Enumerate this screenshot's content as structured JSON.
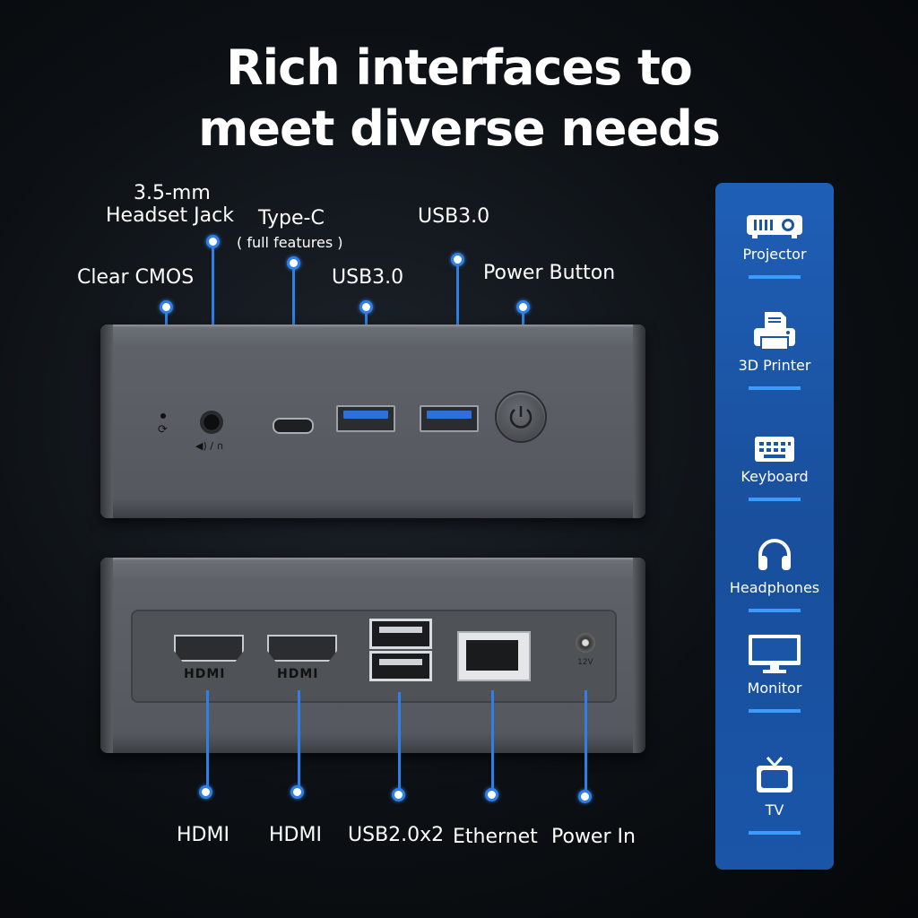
{
  "title": {
    "line1": "Rich interfaces to",
    "line2": "meet diverse needs"
  },
  "front_labels": {
    "clear_cmos": "Clear CMOS",
    "headset_line1": "3.5-mm",
    "headset_line2": "Headset Jack",
    "typec": "Type-C",
    "typec_note": "( full features )",
    "usb3_a": "USB3.0",
    "usb3_b": "USB3.0",
    "power_button": "Power Button"
  },
  "rear_labels": {
    "hdmi1": "HDMI",
    "hdmi2": "HDMI",
    "usb2": "USB2.0x2",
    "ethernet": "Ethernet",
    "power_in": "Power In"
  },
  "port_markings": {
    "hdmi1": "HDMI",
    "hdmi2": "HDMI",
    "dc": "12V"
  },
  "accent_color": "#2f7fe6",
  "panel_color": "#1a55a8",
  "panel_items": [
    {
      "label": "Projector",
      "icon": "projector-icon"
    },
    {
      "label": "3D Printer",
      "icon": "printer-icon"
    },
    {
      "label": "Keyboard",
      "icon": "keyboard-icon"
    },
    {
      "label": "Headphones",
      "icon": "headphones-icon"
    },
    {
      "label": "Monitor",
      "icon": "monitor-icon"
    },
    {
      "label": "TV",
      "icon": "tv-icon"
    }
  ]
}
